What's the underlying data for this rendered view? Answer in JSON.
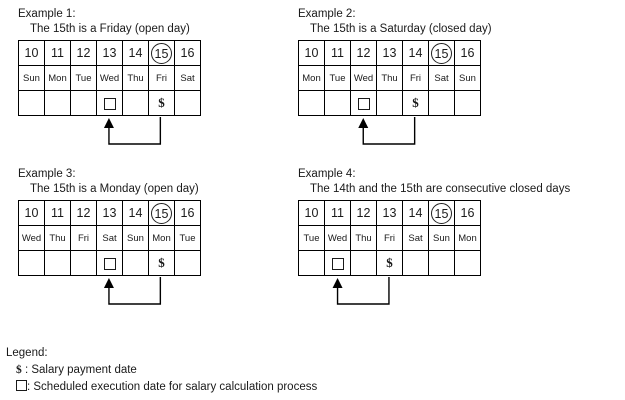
{
  "examples": [
    {
      "title": "Example 1:",
      "subtitle": "The 15th is a Friday (open day)",
      "days": [
        "10",
        "11",
        "12",
        "13",
        "14",
        "15",
        "16"
      ],
      "weekdays": [
        "Sun",
        "Mon",
        "Tue",
        "Wed",
        "Thu",
        "Fri",
        "Sat"
      ],
      "closed_columns": [
        0,
        6
      ],
      "circled_column": 5,
      "square_column": 3,
      "dollar_column": 5,
      "square_symbol": "square",
      "dollar_symbol": "$"
    },
    {
      "title": "Example 2:",
      "subtitle": "The 15th is a Saturday (closed day)",
      "days": [
        "10",
        "11",
        "12",
        "13",
        "14",
        "15",
        "16"
      ],
      "weekdays": [
        "Mon",
        "Tue",
        "Wed",
        "Thu",
        "Fri",
        "Sat",
        "Sun"
      ],
      "closed_columns": [
        5,
        6
      ],
      "circled_column": 5,
      "square_column": 2,
      "dollar_column": 4,
      "square_symbol": "square",
      "dollar_symbol": "$"
    },
    {
      "title": "Example 3:",
      "subtitle": "The 15th is a Monday (open day)",
      "days": [
        "10",
        "11",
        "12",
        "13",
        "14",
        "15",
        "16"
      ],
      "weekdays": [
        "Wed",
        "Thu",
        "Fri",
        "Sat",
        "Sun",
        "Mon",
        "Tue"
      ],
      "closed_columns": [
        3,
        4
      ],
      "circled_column": 5,
      "square_column": 3,
      "dollar_column": 5,
      "square_symbol": "square",
      "dollar_symbol": "$"
    },
    {
      "title": "Example 4:",
      "subtitle": "The 14th and the 15th are consecutive closed days",
      "days": [
        "10",
        "11",
        "12",
        "13",
        "14",
        "15",
        "16"
      ],
      "weekdays": [
        "Tue",
        "Wed",
        "Thu",
        "Fri",
        "Sat",
        "Sun",
        "Mon"
      ],
      "closed_columns": [
        4,
        5
      ],
      "circled_column": 5,
      "square_column": 1,
      "dollar_column": 3,
      "square_symbol": "square",
      "dollar_symbol": "$"
    }
  ],
  "legend": {
    "title": "Legend:",
    "dollar_symbol": "$",
    "dollar_separator": " : ",
    "dollar_text": "Salary payment date",
    "square_separator": ": ",
    "square_text": "Scheduled execution date for salary calculation process"
  },
  "colors": {
    "closed_day_fill": "#fbdfe1",
    "border": "#000000",
    "text": "#1a1a1a",
    "background": "#ffffff"
  }
}
